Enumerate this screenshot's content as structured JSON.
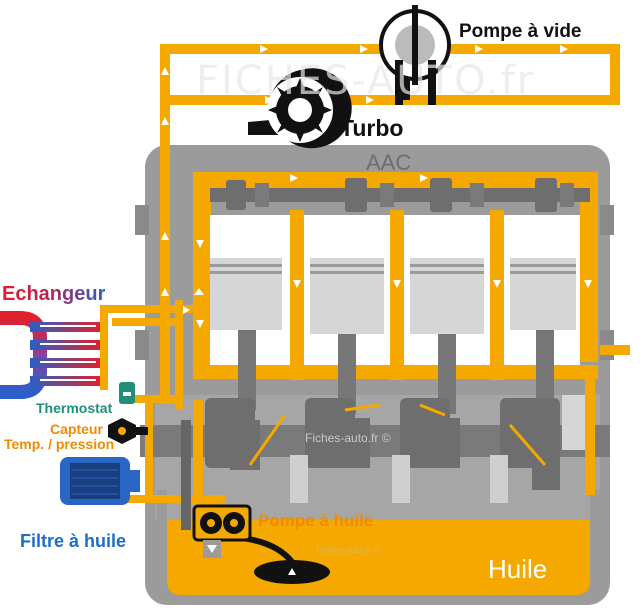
{
  "labels": {
    "pompe_vide": "Pompe à vide",
    "turbo": "Turbo",
    "aac": "AAC",
    "echangeur": "Echangeur",
    "thermostat": "Thermostat",
    "capteur_line1": "Capteur",
    "capteur_line2": "Temp. / pression",
    "filtre": "Filtre à huile",
    "pompe_huile": "Pompe à huile",
    "huile": "Huile"
  },
  "watermarks": {
    "top": "FICHES-AUTO.fr",
    "center": "Fiches-auto.fr ©",
    "small": "Fiches-auto.fr ©"
  },
  "colors": {
    "oil": "#f5a800",
    "block": "#9b9b9b",
    "block_dark": "#6e6e6e",
    "piston": "#d6d6d6",
    "label_black": "#111111",
    "label_orange": "#f08a00",
    "label_teal": "#1f8f7a",
    "label_blue": "#1c6fc9",
    "exchanger_red": "#e0202a",
    "exchanger_blue": "#2a5fc8",
    "filter_blue": "#2a66c4"
  },
  "icons": {
    "vacuum_pump": "vacuum-pump-icon",
    "turbo": "turbo-icon",
    "oil_pump": "gear-pump-icon",
    "exchanger": "heat-exchanger-icon",
    "filter": "oil-filter-icon",
    "sensor": "sensor-icon"
  }
}
